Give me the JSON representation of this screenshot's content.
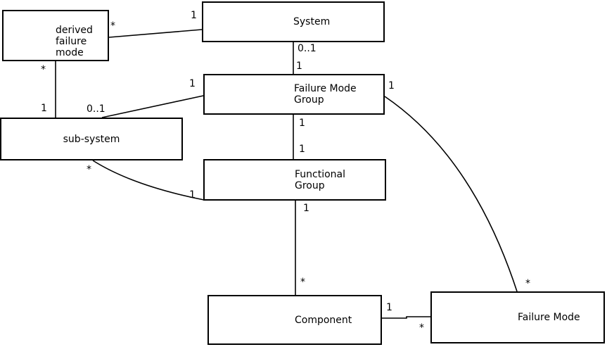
{
  "diagram_type": "uml-class-association-diagram",
  "colors": {
    "line": "#000000",
    "background": "#ffffff",
    "box_fill": "#ffffff",
    "text": "#000000"
  },
  "boxes": {
    "derived_failure_mode": {
      "label": "derived\nfailure\nmode"
    },
    "system": {
      "label": "System"
    },
    "failure_mode_group": {
      "label": "Failure Mode\nGroup"
    },
    "sub_system": {
      "label": "sub-system"
    },
    "functional_group": {
      "label": "Functional\nGroup"
    },
    "component": {
      "label": "Component"
    },
    "failure_mode": {
      "label": "Failure Mode"
    }
  },
  "edges": [
    {
      "from_box": "derived failure mode",
      "to_box": "System",
      "from": "*",
      "to": "1"
    },
    {
      "from_box": "System",
      "to_box": "Failure Mode Group",
      "from": "0..1",
      "to": "1"
    },
    {
      "from_box": "derived failure mode",
      "to_box": "sub-system",
      "from": "*",
      "to": "1"
    },
    {
      "from_box": "Failure Mode Group",
      "to_box": "sub-system",
      "from": "1",
      "to": "0..1"
    },
    {
      "from_box": "Failure Mode Group",
      "to_box": "Functional Group",
      "from": "1",
      "to": "1"
    },
    {
      "from_box": "Functional Group",
      "to_box": "Component",
      "from": "1",
      "to": "*"
    },
    {
      "from_box": "sub-system",
      "to_box": "Functional Group",
      "from": "*",
      "to": "1"
    },
    {
      "from_box": "Component",
      "to_box": "Failure Mode",
      "from": "1",
      "to": "*"
    },
    {
      "from_box": "Failure Mode Group",
      "to_box": "Failure Mode",
      "from": "1",
      "to": "*"
    }
  ]
}
